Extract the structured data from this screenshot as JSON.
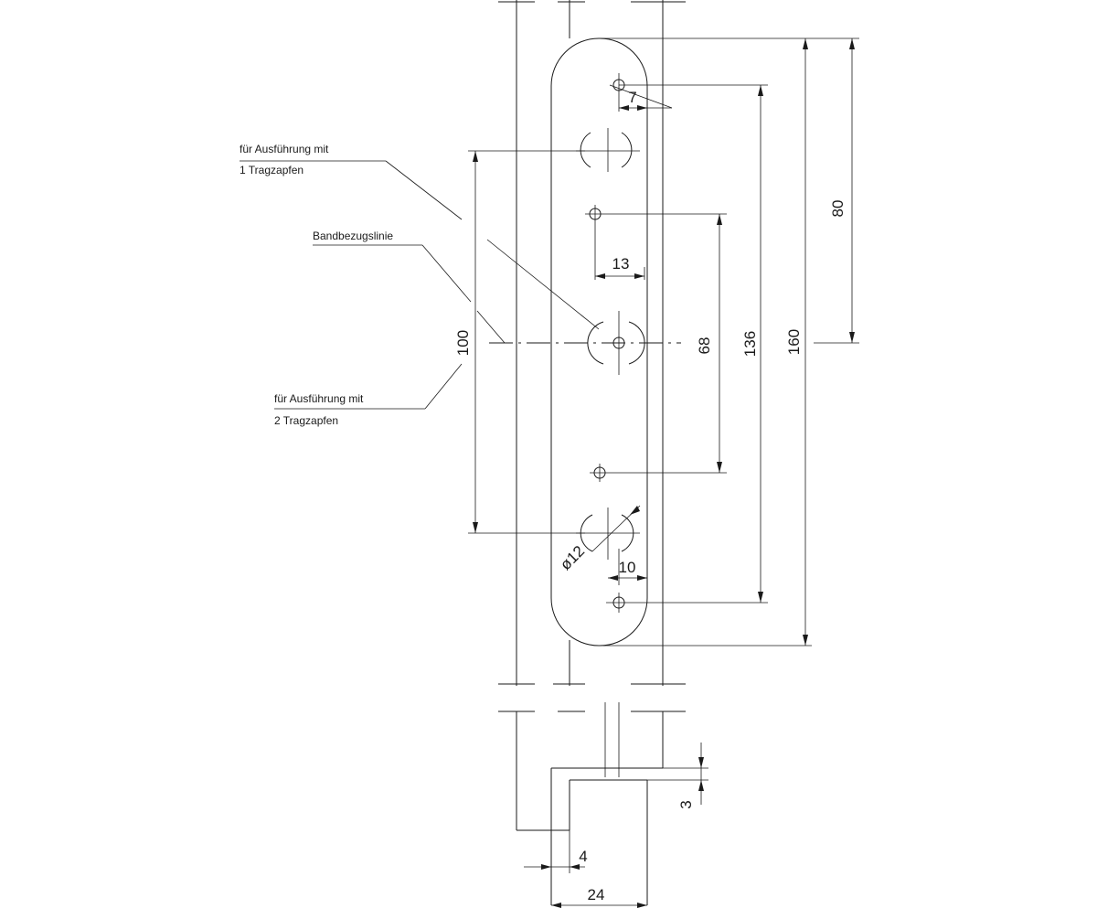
{
  "labels": {
    "note_one_pin_line1": "für Ausführung mit",
    "note_one_pin_line2": "1 Tragzapfen",
    "note_reference_line": "Bandbezugslinie",
    "note_two_pins_line1": "für Ausführung mit",
    "note_two_pins_line2": "2 Tragzapfen"
  },
  "dimensions": {
    "d7": "7",
    "d13": "13",
    "d68": "68",
    "d136": "136",
    "d160": "160",
    "d80": "80",
    "d100": "100",
    "d10": "10",
    "d12": "ø12",
    "d3": "3",
    "d4": "4",
    "d24": "24"
  }
}
